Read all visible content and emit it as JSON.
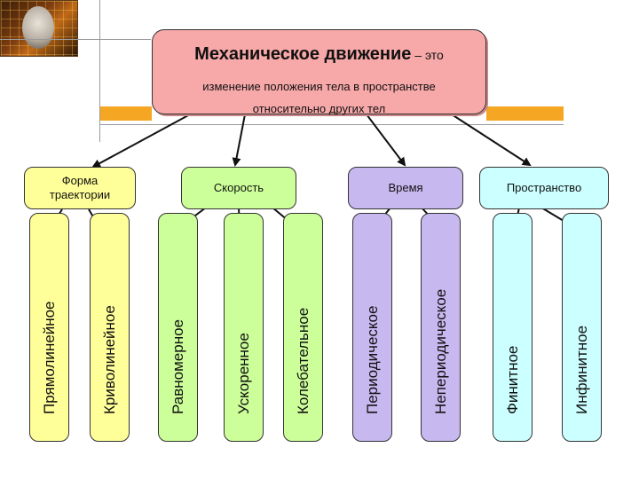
{
  "main": {
    "title": "Механическое движение",
    "dash": " – это",
    "line1": "изменение положения тела в пространстве",
    "line2": "относительно других тел"
  },
  "categories": [
    {
      "label": "Форма\nтраектории",
      "color": "#ffff99"
    },
    {
      "label": "Скорость",
      "color": "#ccff99"
    },
    {
      "label": "Время",
      "color": "#c8b8f0"
    },
    {
      "label": "Пространство",
      "color": "#ccffff"
    }
  ],
  "leaves": [
    {
      "label": "Прямолинейное",
      "category": "Форма траектории"
    },
    {
      "label": "Криволинейное",
      "category": "Форма траектории"
    },
    {
      "label": "Равномерное",
      "category": "Скорость"
    },
    {
      "label": "Ускоренное",
      "category": "Скорость"
    },
    {
      "label": "Колебательное",
      "category": "Скорость"
    },
    {
      "label": "Периодическое",
      "category": "Время"
    },
    {
      "label": "Непериодическое",
      "category": "Время"
    },
    {
      "label": "Финитное",
      "category": "Пространство"
    },
    {
      "label": "Инфинитное",
      "category": "Пространство"
    }
  ]
}
